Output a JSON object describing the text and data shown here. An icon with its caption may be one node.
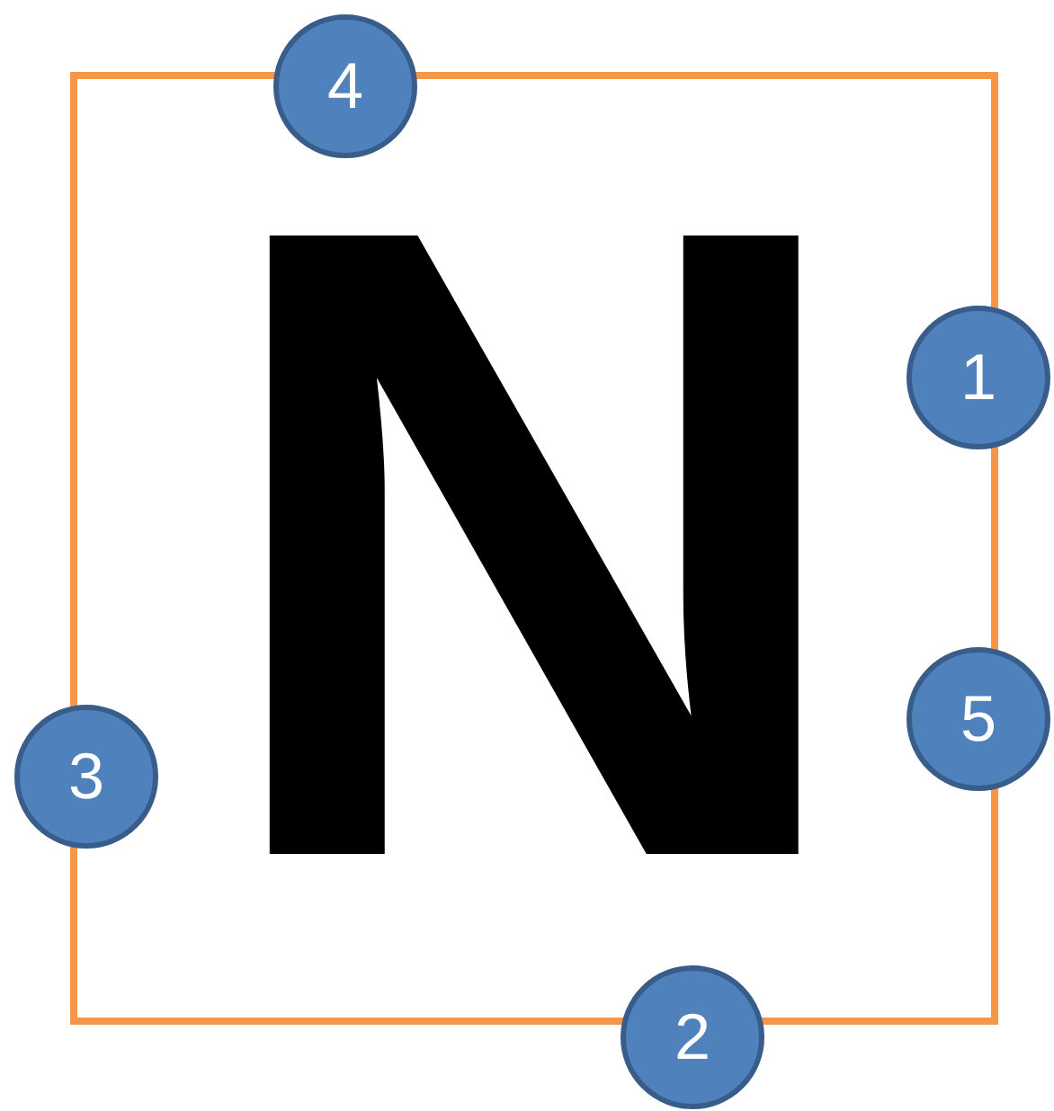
{
  "diagram": {
    "nodes": [
      {
        "text": [
          "N"
        ]
      },
      {
        "text": [
          "4"
        ]
      },
      {
        "text": [
          "1"
        ]
      },
      {
        "text": [
          "5"
        ]
      },
      {
        "text": [
          "3"
        ]
      },
      {
        "text": [
          "2"
        ]
      }
    ]
  }
}
